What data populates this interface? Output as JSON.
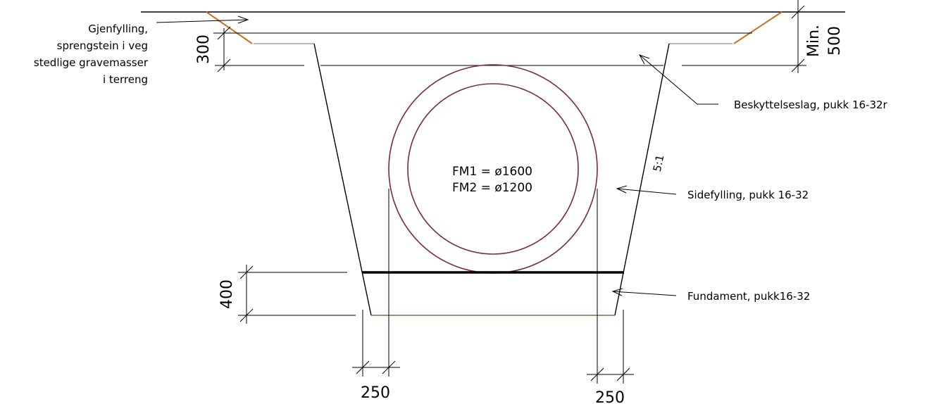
{
  "labels": {
    "gjenfylling_line1": "Gjenfylling,",
    "gjenfylling_line2": "sprengstein i veg",
    "gjenfylling_line3": "stedlige gravemasser",
    "gjenfylling_line4": "i terreng",
    "beskyttelseslag": "Beskyttelseslag, pukk 16-32r",
    "sidefylling": "Sidefylling, pukk 16-32",
    "fundament": "Fundament, pukk16-32",
    "pipe_fm1": "FM1 = ø1600",
    "pipe_fm2": "FM2 = ø1200",
    "slope": "5:1"
  },
  "dimensions": {
    "d300": "300",
    "d400": "400",
    "d250_left": "250",
    "d250_right": "250",
    "min_line1": "Min.",
    "min_line2": "500"
  },
  "colors": {
    "line": "#000000",
    "pipe": "#7a2a3a",
    "backfill_slope": "#c8741e",
    "surface_grey": "#b9b9b9",
    "base_brown": "#8a6a4a"
  }
}
